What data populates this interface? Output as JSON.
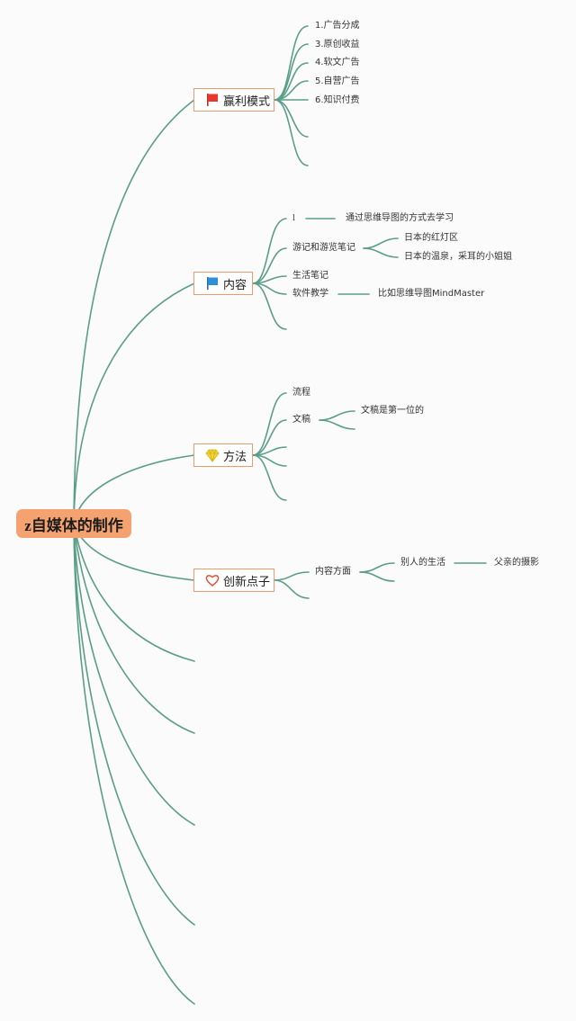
{
  "root": {
    "label": "z自媒体的制作"
  },
  "branches": [
    {
      "id": "income",
      "label": "赢利模式",
      "icon": "red-flag-icon",
      "color": "#e8382e",
      "items": [
        "1.广告分成",
        "3.原创收益",
        "4.软文广告",
        "5.自营广告",
        "6.知识付费"
      ]
    },
    {
      "id": "content",
      "label": "内容",
      "icon": "blue-flag-icon",
      "color": "#2b8fd9",
      "items": [
        {
          "label": "l",
          "children": [
            "通过思维导图的方式去学习"
          ]
        },
        {
          "label": "游记和游览笔记",
          "children": [
            "日本的红灯区",
            "日本的温泉，采耳的小姐姐"
          ]
        },
        {
          "label": "生活笔记"
        },
        {
          "label": "软件教学",
          "children": [
            "比如思维导图MindMaster"
          ]
        }
      ]
    },
    {
      "id": "method",
      "label": "方法",
      "icon": "gem-icon",
      "color": "#f3d637",
      "items": [
        {
          "label": "流程"
        },
        {
          "label": "文稿",
          "children": [
            "文稿是第一位的"
          ]
        }
      ]
    },
    {
      "id": "ideas",
      "label": "创新点子",
      "icon": "heart-icon",
      "color": "#e0553a",
      "items": [
        {
          "label": "内容方面",
          "children": [
            {
              "label": "别人的生活",
              "children": [
                "父亲的摄影"
              ]
            }
          ]
        }
      ]
    }
  ],
  "colors": {
    "edge": "#5a9e88",
    "root_fill": "#f4a26f",
    "node_border": "#ef9a6b"
  }
}
